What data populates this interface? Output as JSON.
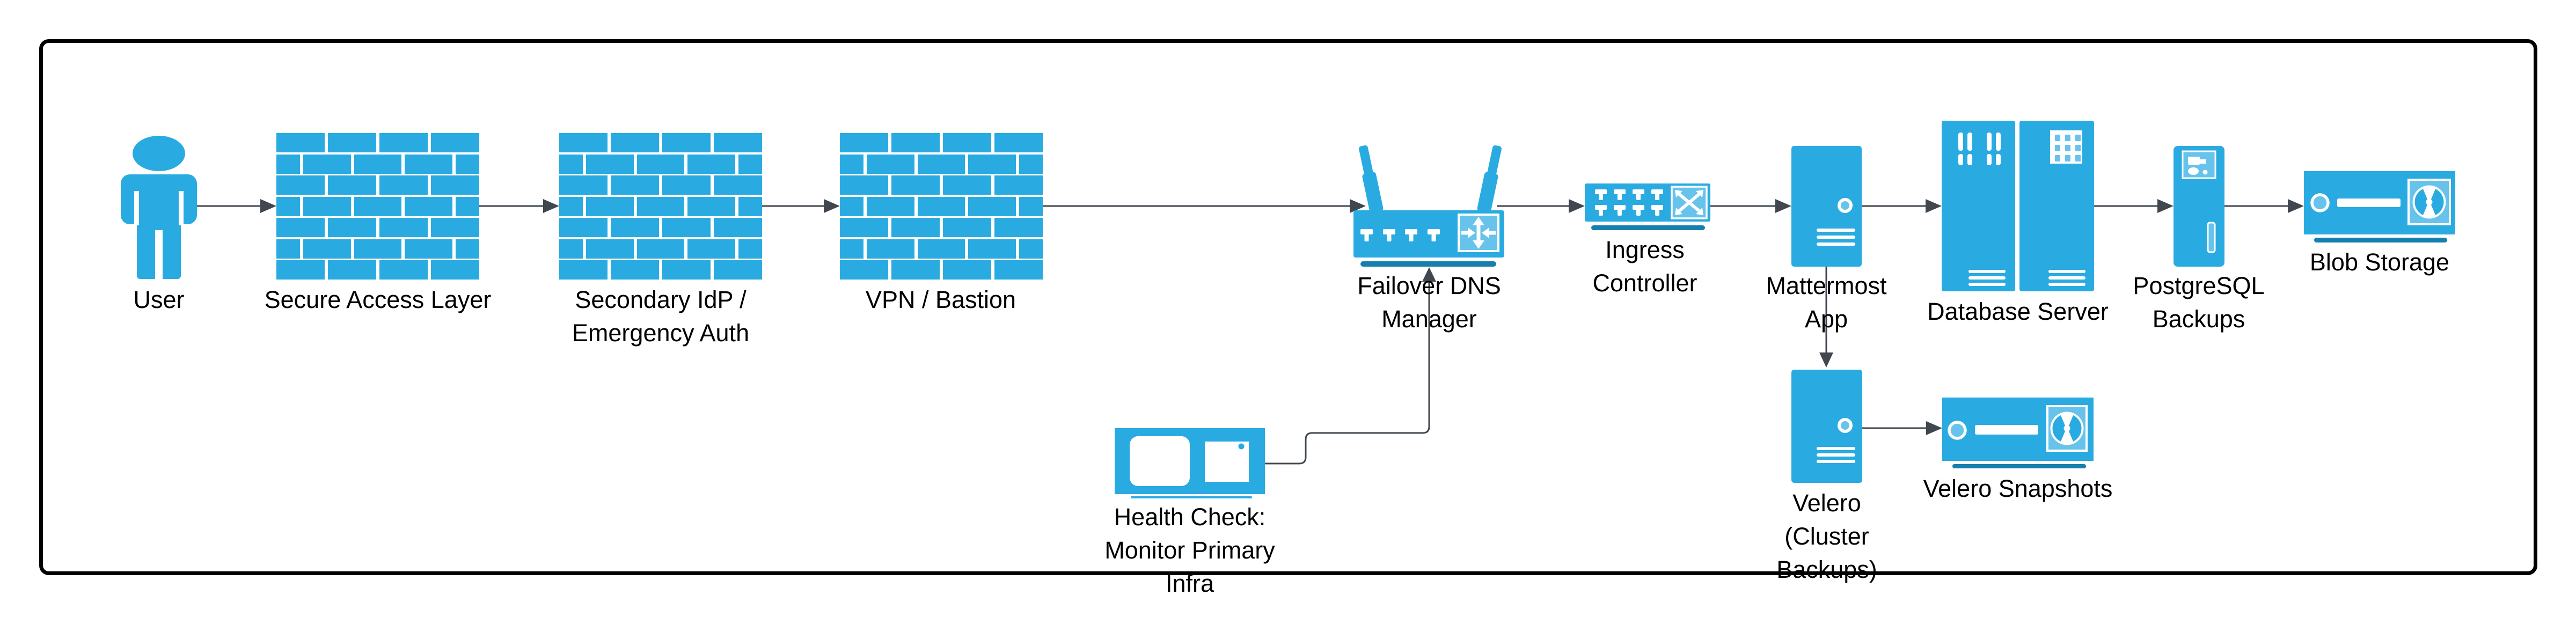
{
  "diagram": {
    "nodes": [
      {
        "id": "user",
        "label": "User"
      },
      {
        "id": "secure-access-layer",
        "label": "Secure Access Layer"
      },
      {
        "id": "secondary-idp",
        "label": "Secondary IdP /\nEmergency Auth"
      },
      {
        "id": "vpn-bastion",
        "label": "VPN / Bastion"
      },
      {
        "id": "failover-dns",
        "label": "Failover DNS\nManager"
      },
      {
        "id": "ingress-controller",
        "label": "Ingress\nController"
      },
      {
        "id": "mattermost-app",
        "label": "Mattermost\nApp"
      },
      {
        "id": "database-server",
        "label": "Database Server"
      },
      {
        "id": "postgresql-backups",
        "label": "PostgreSQL\nBackups"
      },
      {
        "id": "blob-storage",
        "label": "Blob Storage"
      },
      {
        "id": "health-check",
        "label": "Health Check:\nMonitor Primary\nInfra"
      },
      {
        "id": "velero",
        "label": "Velero\n(Cluster\nBackups)"
      },
      {
        "id": "velero-snapshots",
        "label": "Velero Snapshots"
      }
    ],
    "colors": {
      "primary": "#29ABE2",
      "dark": "#157FAD",
      "light": "#67C3EC",
      "line": "#40474F",
      "text": "#000000",
      "border": "#000000",
      "bg": "#FFFFFF"
    }
  }
}
